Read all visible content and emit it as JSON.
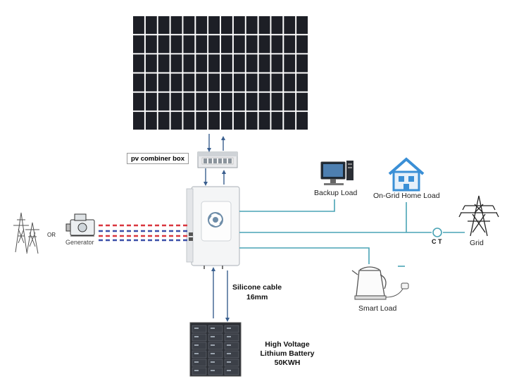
{
  "labels": {
    "pv_combiner_box": "pv combiner box",
    "backup_load": "Backup Load",
    "on_grid_home_load": "On-Grid Home Load",
    "grid": "Grid",
    "ct": "C T",
    "or": "OR",
    "generator": "Generator",
    "silicone_cable_line1": "Silicone cable",
    "silicone_cable_line2": "16mm",
    "smart_load": "Smart Load",
    "battery_line1": "High Voltage",
    "battery_line2": "Lithium Battery",
    "battery_line3": "50KWH"
  },
  "colors": {
    "ac_line": "#4aa3b5",
    "dc_line": "#3a5f8f",
    "generator_red": "#d9363e",
    "generator_blue": "#3b4fa8",
    "panel_cell": "#1d1f26",
    "house_blue": "#3a8fd6"
  }
}
